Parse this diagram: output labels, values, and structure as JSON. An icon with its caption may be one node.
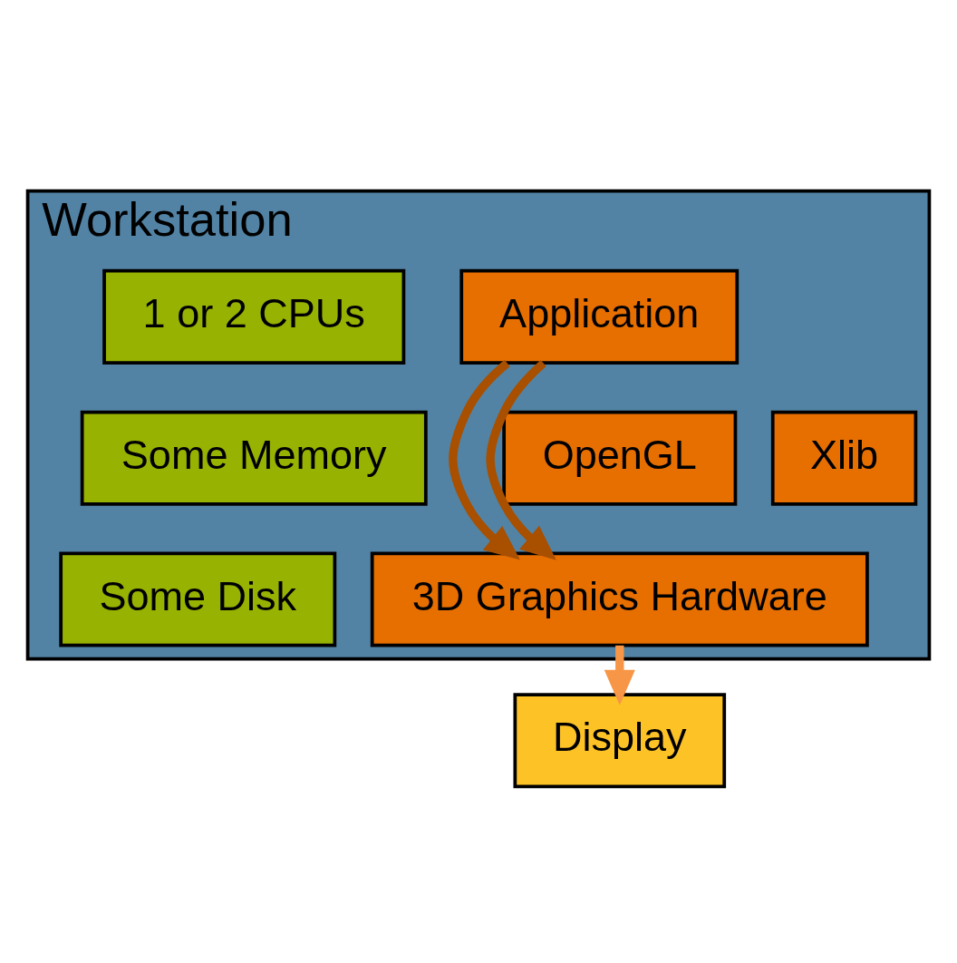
{
  "diagram": {
    "nodes": [
      {
        "text": [
          "Workstation"
        ]
      },
      {
        "text": [
          "Application"
        ],
        "in": 0
      },
      {
        "text": [
          "OpenGL"
        ],
        "in": 0
      },
      {
        "text": [
          "Xlib"
        ],
        "in": 0
      },
      {
        "text": [
          "3D Graphics Hardware"
        ],
        "in": 0
      },
      {
        "text": [
          "1 or 2 CPUs"
        ],
        "in": 0
      },
      {
        "text": [
          "Some Memory"
        ],
        "in": 0
      },
      {
        "text": [
          "Some Disk"
        ],
        "in": 0
      },
      {
        "text": [
          "Display"
        ]
      }
    ],
    "edges": [
      {
        "from": 1,
        "to": 4,
        "arrow": "to"
      },
      {
        "from": 1,
        "to": 4,
        "arrow": "to"
      },
      {
        "from": 4,
        "to": 8,
        "arrow": "to",
        "color": "#f79646"
      }
    ]
  }
}
